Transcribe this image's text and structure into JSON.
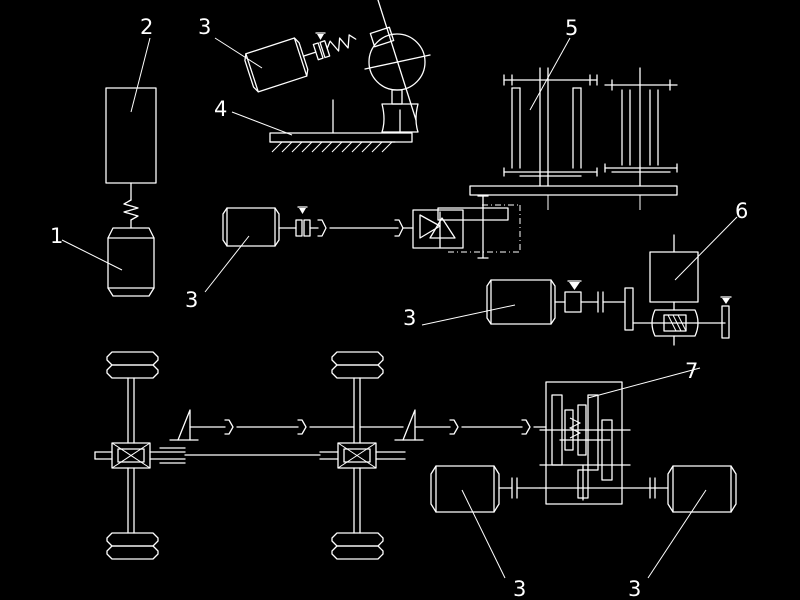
{
  "labels": {
    "l1": "1",
    "l2": "2",
    "l3a": "3",
    "l3b": "3",
    "l3c": "3",
    "l3d": "3",
    "l3e": "3",
    "l4": "4",
    "l5": "5",
    "l6": "6",
    "l7": "7"
  },
  "colors": {
    "background": "#000000",
    "stroke": "#ffffff"
  }
}
